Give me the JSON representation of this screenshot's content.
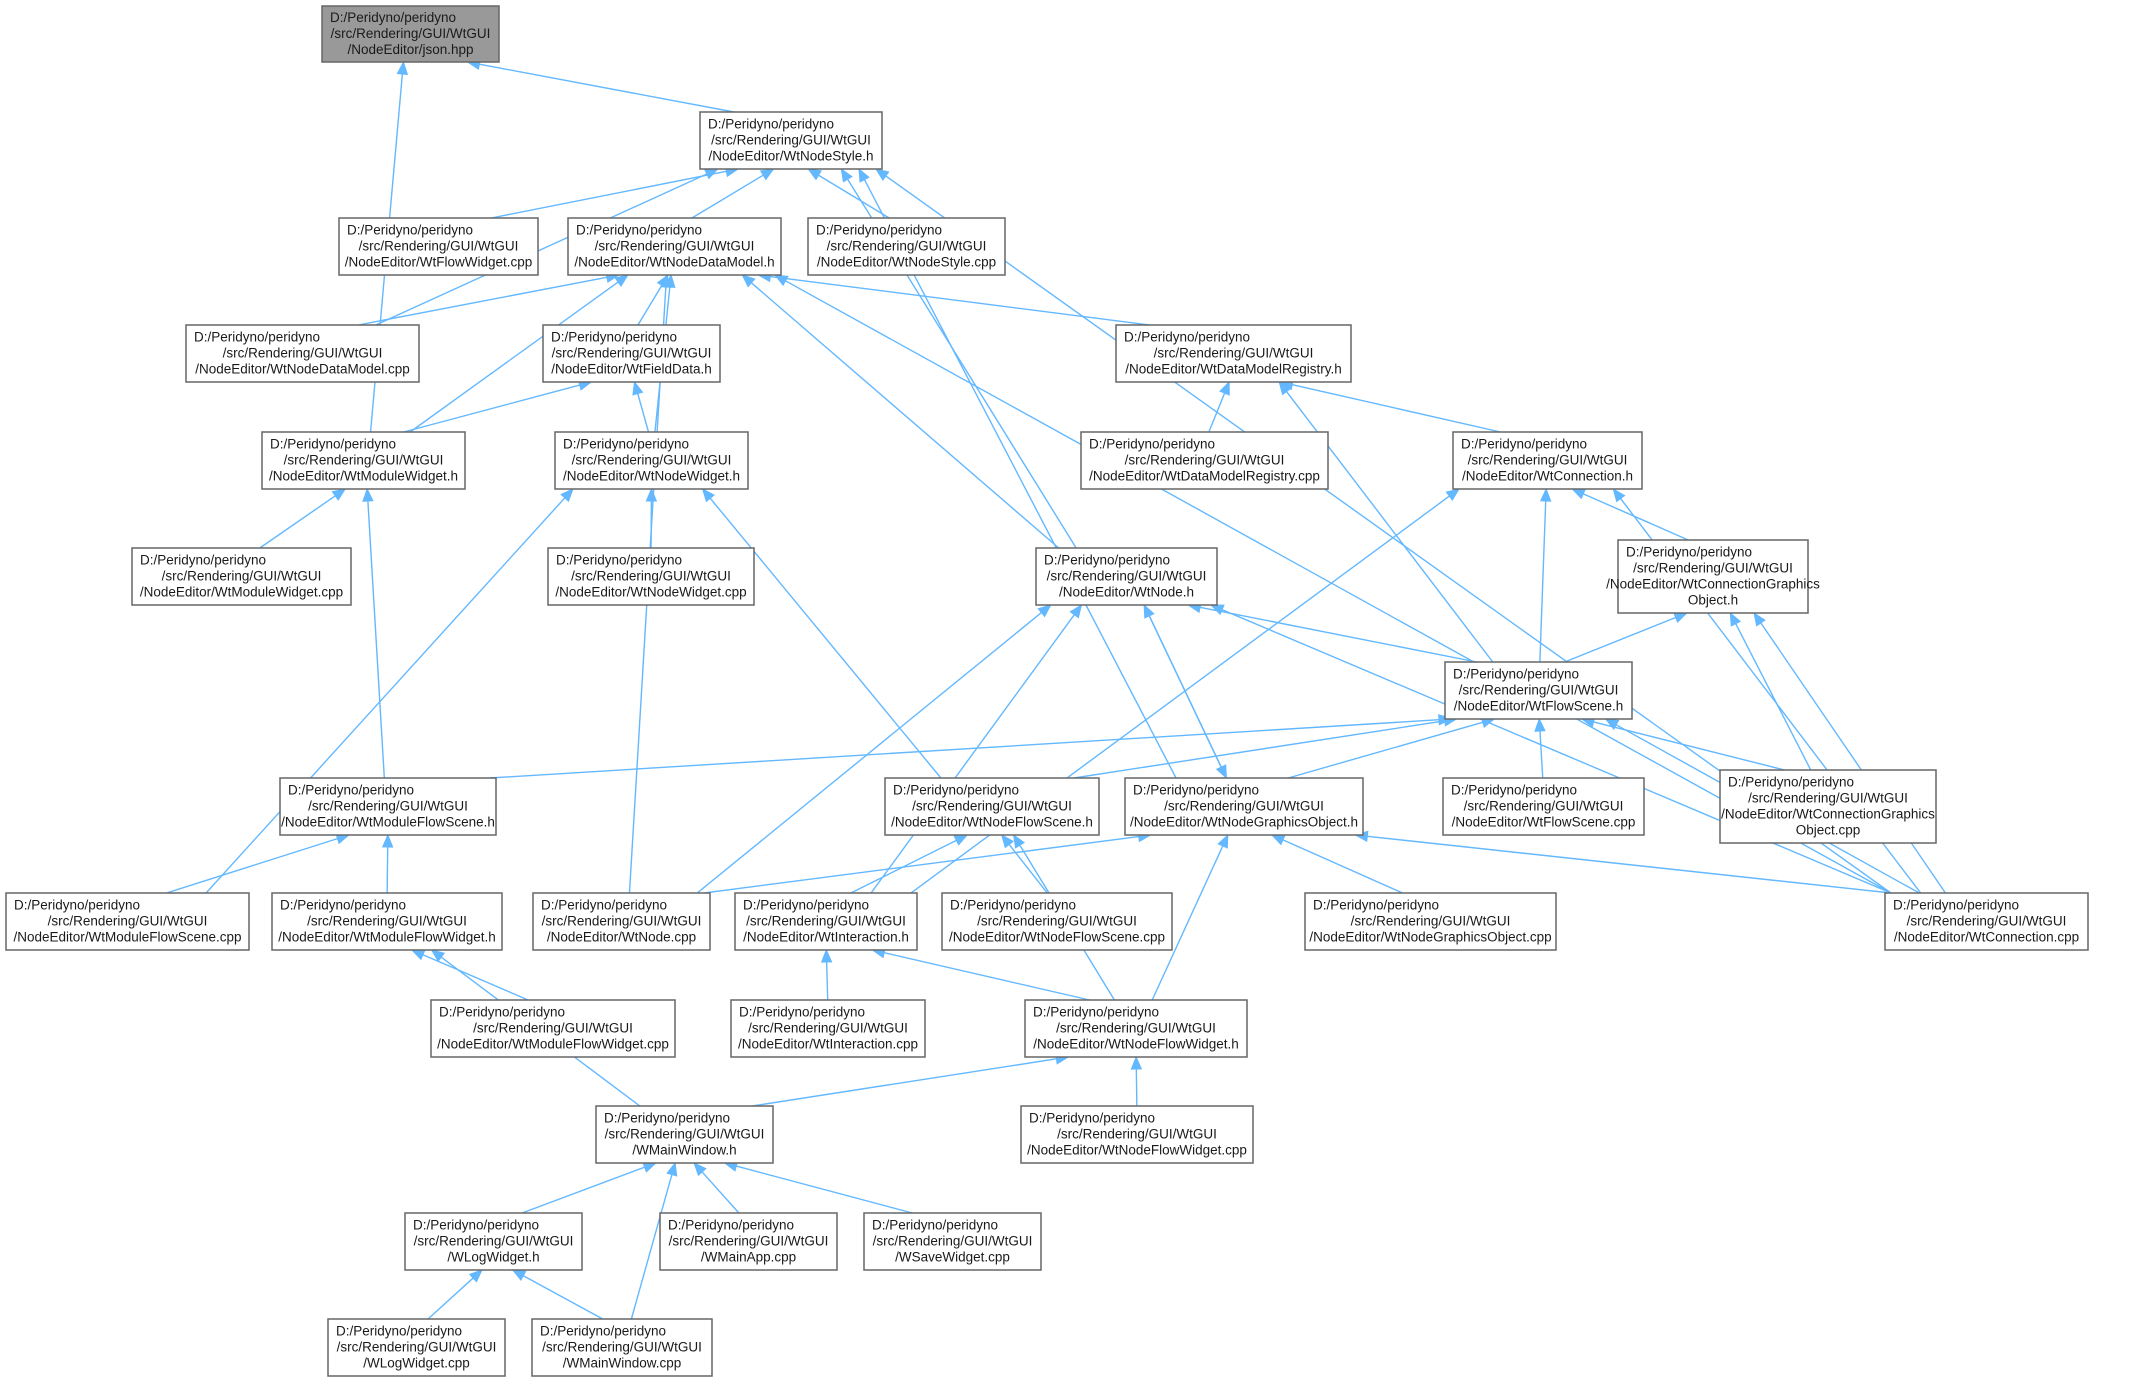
{
  "nodes": [
    {
      "id": "json_hpp",
      "lines": [
        "D:/Peridyno/peridyno",
        "/src/Rendering/GUI/WtGUI",
        "/NodeEditor/json.hpp"
      ],
      "highlighted": true
    },
    {
      "id": "WtNodeStyle_h",
      "lines": [
        "D:/Peridyno/peridyno",
        "/src/Rendering/GUI/WtGUI",
        "/NodeEditor/WtNodeStyle.h"
      ]
    },
    {
      "id": "WtFlowWidget_cpp",
      "lines": [
        "D:/Peridyno/peridyno",
        "/src/Rendering/GUI/WtGUI",
        "/NodeEditor/WtFlowWidget.cpp"
      ]
    },
    {
      "id": "WtNodeDataModel_h",
      "lines": [
        "D:/Peridyno/peridyno",
        "/src/Rendering/GUI/WtGUI",
        "/NodeEditor/WtNodeDataModel.h"
      ]
    },
    {
      "id": "WtNodeStyle_cpp",
      "lines": [
        "D:/Peridyno/peridyno",
        "/src/Rendering/GUI/WtGUI",
        "/NodeEditor/WtNodeStyle.cpp"
      ]
    },
    {
      "id": "WtNodeDataModel_cpp",
      "lines": [
        "D:/Peridyno/peridyno",
        "/src/Rendering/GUI/WtGUI",
        "/NodeEditor/WtNodeDataModel.cpp"
      ]
    },
    {
      "id": "WtFieldData_h",
      "lines": [
        "D:/Peridyno/peridyno",
        "/src/Rendering/GUI/WtGUI",
        "/NodeEditor/WtFieldData.h"
      ]
    },
    {
      "id": "WtDataModelRegistry_h",
      "lines": [
        "D:/Peridyno/peridyno",
        "/src/Rendering/GUI/WtGUI",
        "/NodeEditor/WtDataModelRegistry.h"
      ]
    },
    {
      "id": "WtModuleWidget_h",
      "lines": [
        "D:/Peridyno/peridyno",
        "/src/Rendering/GUI/WtGUI",
        "/NodeEditor/WtModuleWidget.h"
      ]
    },
    {
      "id": "WtNodeWidget_h",
      "lines": [
        "D:/Peridyno/peridyno",
        "/src/Rendering/GUI/WtGUI",
        "/NodeEditor/WtNodeWidget.h"
      ]
    },
    {
      "id": "WtDataModelRegistry_cpp",
      "lines": [
        "D:/Peridyno/peridyno",
        "/src/Rendering/GUI/WtGUI",
        "/NodeEditor/WtDataModelRegistry.cpp"
      ]
    },
    {
      "id": "WtConnection_h",
      "lines": [
        "D:/Peridyno/peridyno",
        "/src/Rendering/GUI/WtGUI",
        "/NodeEditor/WtConnection.h"
      ]
    },
    {
      "id": "WtModuleWidget_cpp",
      "lines": [
        "D:/Peridyno/peridyno",
        "/src/Rendering/GUI/WtGUI",
        "/NodeEditor/WtModuleWidget.cpp"
      ]
    },
    {
      "id": "WtNodeWidget_cpp",
      "lines": [
        "D:/Peridyno/peridyno",
        "/src/Rendering/GUI/WtGUI",
        "/NodeEditor/WtNodeWidget.cpp"
      ]
    },
    {
      "id": "WtNode_h",
      "lines": [
        "D:/Peridyno/peridyno",
        "/src/Rendering/GUI/WtGUI",
        "/NodeEditor/WtNode.h"
      ]
    },
    {
      "id": "WtConnectionGraphicsObject_h",
      "lines": [
        "D:/Peridyno/peridyno",
        "/src/Rendering/GUI/WtGUI",
        "/NodeEditor/WtConnectionGraphics",
        "Object.h"
      ]
    },
    {
      "id": "WtFlowScene_h",
      "lines": [
        "D:/Peridyno/peridyno",
        "/src/Rendering/GUI/WtGUI",
        "/NodeEditor/WtFlowScene.h"
      ]
    },
    {
      "id": "WtModuleFlowScene_h",
      "lines": [
        "D:/Peridyno/peridyno",
        "/src/Rendering/GUI/WtGUI",
        "/NodeEditor/WtModuleFlowScene.h"
      ]
    },
    {
      "id": "WtNodeFlowScene_h",
      "lines": [
        "D:/Peridyno/peridyno",
        "/src/Rendering/GUI/WtGUI",
        "/NodeEditor/WtNodeFlowScene.h"
      ]
    },
    {
      "id": "WtNodeGraphicsObject_h",
      "lines": [
        "D:/Peridyno/peridyno",
        "/src/Rendering/GUI/WtGUI",
        "/NodeEditor/WtNodeGraphicsObject.h"
      ]
    },
    {
      "id": "WtFlowScene_cpp",
      "lines": [
        "D:/Peridyno/peridyno",
        "/src/Rendering/GUI/WtGUI",
        "/NodeEditor/WtFlowScene.cpp"
      ]
    },
    {
      "id": "WtConnectionGraphicsObject_cpp",
      "lines": [
        "D:/Peridyno/peridyno",
        "/src/Rendering/GUI/WtGUI",
        "/NodeEditor/WtConnectionGraphics",
        "Object.cpp"
      ]
    },
    {
      "id": "WtModuleFlowScene_cpp",
      "lines": [
        "D:/Peridyno/peridyno",
        "/src/Rendering/GUI/WtGUI",
        "/NodeEditor/WtModuleFlowScene.cpp"
      ]
    },
    {
      "id": "WtModuleFlowWidget_h",
      "lines": [
        "D:/Peridyno/peridyno",
        "/src/Rendering/GUI/WtGUI",
        "/NodeEditor/WtModuleFlowWidget.h"
      ]
    },
    {
      "id": "WtNode_cpp",
      "lines": [
        "D:/Peridyno/peridyno",
        "/src/Rendering/GUI/WtGUI",
        "/NodeEditor/WtNode.cpp"
      ]
    },
    {
      "id": "WtInteraction_h",
      "lines": [
        "D:/Peridyno/peridyno",
        "/src/Rendering/GUI/WtGUI",
        "/NodeEditor/WtInteraction.h"
      ]
    },
    {
      "id": "WtNodeFlowScene_cpp",
      "lines": [
        "D:/Peridyno/peridyno",
        "/src/Rendering/GUI/WtGUI",
        "/NodeEditor/WtNodeFlowScene.cpp"
      ]
    },
    {
      "id": "WtNodeGraphicsObject_cpp",
      "lines": [
        "D:/Peridyno/peridyno",
        "/src/Rendering/GUI/WtGUI",
        "/NodeEditor/WtNodeGraphicsObject.cpp"
      ]
    },
    {
      "id": "WtConnection_cpp",
      "lines": [
        "D:/Peridyno/peridyno",
        "/src/Rendering/GUI/WtGUI",
        "/NodeEditor/WtConnection.cpp"
      ]
    },
    {
      "id": "WtModuleFlowWidget_cpp",
      "lines": [
        "D:/Peridyno/peridyno",
        "/src/Rendering/GUI/WtGUI",
        "/NodeEditor/WtModuleFlowWidget.cpp"
      ]
    },
    {
      "id": "WtInteraction_cpp",
      "lines": [
        "D:/Peridyno/peridyno",
        "/src/Rendering/GUI/WtGUI",
        "/NodeEditor/WtInteraction.cpp"
      ]
    },
    {
      "id": "WtNodeFlowWidget_h",
      "lines": [
        "D:/Peridyno/peridyno",
        "/src/Rendering/GUI/WtGUI",
        "/NodeEditor/WtNodeFlowWidget.h"
      ]
    },
    {
      "id": "WMainWindow_h",
      "lines": [
        "D:/Peridyno/peridyno",
        "/src/Rendering/GUI/WtGUI",
        "/WMainWindow.h"
      ]
    },
    {
      "id": "WtNodeFlowWidget_cpp",
      "lines": [
        "D:/Peridyno/peridyno",
        "/src/Rendering/GUI/WtGUI",
        "/NodeEditor/WtNodeFlowWidget.cpp"
      ]
    },
    {
      "id": "WLogWidget_h",
      "lines": [
        "D:/Peridyno/peridyno",
        "/src/Rendering/GUI/WtGUI",
        "/WLogWidget.h"
      ]
    },
    {
      "id": "WMainApp_cpp",
      "lines": [
        "D:/Peridyno/peridyno",
        "/src/Rendering/GUI/WtGUI",
        "/WMainApp.cpp"
      ]
    },
    {
      "id": "WSaveWidget_cpp",
      "lines": [
        "D:/Peridyno/peridyno",
        "/src/Rendering/GUI/WtGUI",
        "/WSaveWidget.cpp"
      ]
    },
    {
      "id": "WLogWidget_cpp",
      "lines": [
        "D:/Peridyno/peridyno",
        "/src/Rendering/GUI/WtGUI",
        "/WLogWidget.cpp"
      ]
    },
    {
      "id": "WMainWindow_cpp",
      "lines": [
        "D:/Peridyno/peridyno",
        "/src/Rendering/GUI/WtGUI",
        "/WMainWindow.cpp"
      ]
    }
  ],
  "edges": [
    {
      "from": "WtNodeStyle_h",
      "to": "json_hpp"
    },
    {
      "from": "WtModuleWidget_h",
      "to": "json_hpp"
    },
    {
      "from": "WtFlowWidget_cpp",
      "to": "WtNodeStyle_h"
    },
    {
      "from": "WtNodeDataModel_h",
      "to": "WtNodeStyle_h"
    },
    {
      "from": "WtNodeStyle_cpp",
      "to": "WtNodeStyle_h"
    },
    {
      "from": "WtNodeDataModel_cpp",
      "to": "WtNodeStyle_h"
    },
    {
      "from": "WtNode_h",
      "to": "WtNodeStyle_h"
    },
    {
      "from": "WtNodeGraphicsObject_h",
      "to": "WtNodeStyle_h"
    },
    {
      "from": "WtConnection_cpp",
      "to": "WtNodeStyle_h"
    },
    {
      "from": "WtNodeDataModel_cpp",
      "to": "WtNodeDataModel_h"
    },
    {
      "from": "WtFieldData_h",
      "to": "WtNodeDataModel_h"
    },
    {
      "from": "WtDataModelRegistry_h",
      "to": "WtNodeDataModel_h"
    },
    {
      "from": "WtModuleWidget_h",
      "to": "WtNodeDataModel_h"
    },
    {
      "from": "WtNodeWidget_h",
      "to": "WtNodeDataModel_h"
    },
    {
      "from": "WtNode_h",
      "to": "WtNodeDataModel_h"
    },
    {
      "from": "WtNode_cpp",
      "to": "WtNodeDataModel_h"
    },
    {
      "from": "WtConnection_cpp",
      "to": "WtNodeDataModel_h"
    },
    {
      "from": "WtModuleWidget_h",
      "to": "WtFieldData_h"
    },
    {
      "from": "WtNodeWidget_h",
      "to": "WtFieldData_h"
    },
    {
      "from": "WtDataModelRegistry_cpp",
      "to": "WtDataModelRegistry_h"
    },
    {
      "from": "WtConnection_h",
      "to": "WtDataModelRegistry_h"
    },
    {
      "from": "WtFlowScene_h",
      "to": "WtDataModelRegistry_h"
    },
    {
      "from": "WtModuleWidget_cpp",
      "to": "WtModuleWidget_h"
    },
    {
      "from": "WtModuleFlowScene_h",
      "to": "WtModuleWidget_h"
    },
    {
      "from": "WtNodeWidget_cpp",
      "to": "WtNodeWidget_h"
    },
    {
      "from": "WtModuleFlowScene_cpp",
      "to": "WtNodeWidget_h"
    },
    {
      "from": "WtNodeFlowScene_h",
      "to": "WtNodeWidget_h"
    },
    {
      "from": "WtConnectionGraphicsObject_h",
      "to": "WtConnection_h"
    },
    {
      "from": "WtFlowScene_h",
      "to": "WtConnection_h"
    },
    {
      "from": "WtInteraction_h",
      "to": "WtConnection_h"
    },
    {
      "from": "WtConnection_cpp",
      "to": "WtConnection_h"
    },
    {
      "from": "WtFlowScene_h",
      "to": "WtNode_h"
    },
    {
      "from": "WtNodeGraphicsObject_h",
      "to": "WtNode_h"
    },
    {
      "from": "WtNode_cpp",
      "to": "WtNode_h"
    },
    {
      "from": "WtInteraction_h",
      "to": "WtNode_h"
    },
    {
      "from": "WtConnection_cpp",
      "to": "WtNode_h"
    },
    {
      "from": "WtFlowScene_h",
      "to": "WtConnectionGraphicsObject_h"
    },
    {
      "from": "WtConnectionGraphicsObject_cpp",
      "to": "WtConnectionGraphicsObject_h"
    },
    {
      "from": "WtConnection_cpp",
      "to": "WtConnectionGraphicsObject_h"
    },
    {
      "from": "WtModuleFlowScene_h",
      "to": "WtFlowScene_h"
    },
    {
      "from": "WtNodeFlowScene_h",
      "to": "WtFlowScene_h"
    },
    {
      "from": "WtNodeGraphicsObject_h",
      "to": "WtFlowScene_h"
    },
    {
      "from": "WtFlowScene_cpp",
      "to": "WtFlowScene_h"
    },
    {
      "from": "WtConnectionGraphicsObject_cpp",
      "to": "WtFlowScene_h"
    },
    {
      "from": "WtConnection_cpp",
      "to": "WtFlowScene_h"
    },
    {
      "from": "WtModuleFlowScene_cpp",
      "to": "WtModuleFlowScene_h"
    },
    {
      "from": "WtModuleFlowWidget_h",
      "to": "WtModuleFlowScene_h"
    },
    {
      "from": "WtInteraction_h",
      "to": "WtNodeFlowScene_h"
    },
    {
      "from": "WtNodeFlowScene_cpp",
      "to": "WtNodeFlowScene_h"
    },
    {
      "from": "WtNodeFlowWidget_h",
      "to": "WtNodeFlowScene_h"
    },
    {
      "from": "WtNode_h",
      "to": "WtNodeGraphicsObject_h"
    },
    {
      "from": "WtNode_cpp",
      "to": "WtNodeGraphicsObject_h"
    },
    {
      "from": "WtNodeGraphicsObject_cpp",
      "to": "WtNodeGraphicsObject_h"
    },
    {
      "from": "WtConnection_cpp",
      "to": "WtNodeGraphicsObject_h"
    },
    {
      "from": "WtNodeFlowWidget_h",
      "to": "WtNodeGraphicsObject_h"
    },
    {
      "from": "WtModuleFlowWidget_cpp",
      "to": "WtModuleFlowWidget_h"
    },
    {
      "from": "WMainWindow_h",
      "to": "WtModuleFlowWidget_h"
    },
    {
      "from": "WtInteraction_cpp",
      "to": "WtInteraction_h"
    },
    {
      "from": "WtNodeFlowWidget_h",
      "to": "WtInteraction_h"
    },
    {
      "from": "WMainWindow_h",
      "to": "WtNodeFlowWidget_h"
    },
    {
      "from": "WtNodeFlowWidget_cpp",
      "to": "WtNodeFlowWidget_h"
    },
    {
      "from": "WLogWidget_h",
      "to": "WMainWindow_h"
    },
    {
      "from": "WMainApp_cpp",
      "to": "WMainWindow_h"
    },
    {
      "from": "WSaveWidget_cpp",
      "to": "WMainWindow_h"
    },
    {
      "from": "WMainWindow_cpp",
      "to": "WMainWindow_h"
    },
    {
      "from": "WLogWidget_cpp",
      "to": "WLogWidget_h"
    },
    {
      "from": "WMainWindow_cpp",
      "to": "WLogWidget_h"
    }
  ],
  "colors": {
    "edge": "#63b8ff",
    "node_border": "#666666",
    "node_fill": "#ffffff",
    "root_fill": "#999999",
    "text": "#1a1a1a"
  }
}
